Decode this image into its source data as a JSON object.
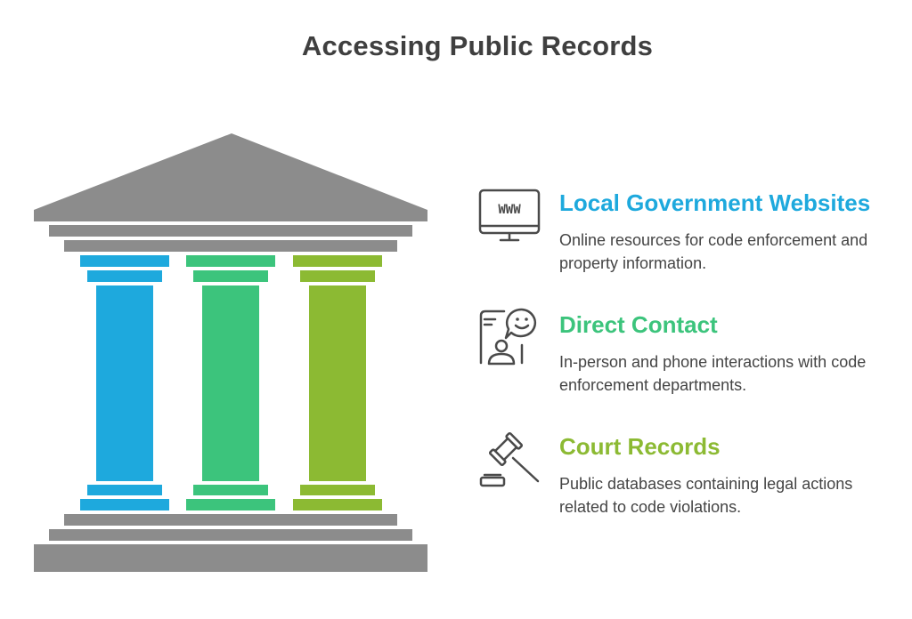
{
  "title": "Accessing Public Records",
  "colors": {
    "gray": "#8c8c8c",
    "blue": "#1ea9dd",
    "green": "#3cc47c",
    "olive": "#8cba33",
    "icon_stroke": "#4a4a4a"
  },
  "items": [
    {
      "heading": "Local Government Websites",
      "description": "Online resources for code enforcement and property information.",
      "icon": "www-monitor-icon",
      "icon_text": "WWW",
      "color": "#1ea9dd"
    },
    {
      "heading": "Direct Contact",
      "description": "In-person and phone interactions with code enforcement departments.",
      "icon": "phone-chat-person-icon",
      "color": "#3cc47c"
    },
    {
      "heading": "Court Records",
      "description": "Public databases containing legal actions related to code violations.",
      "icon": "gavel-icon",
      "color": "#8cba33"
    }
  ]
}
